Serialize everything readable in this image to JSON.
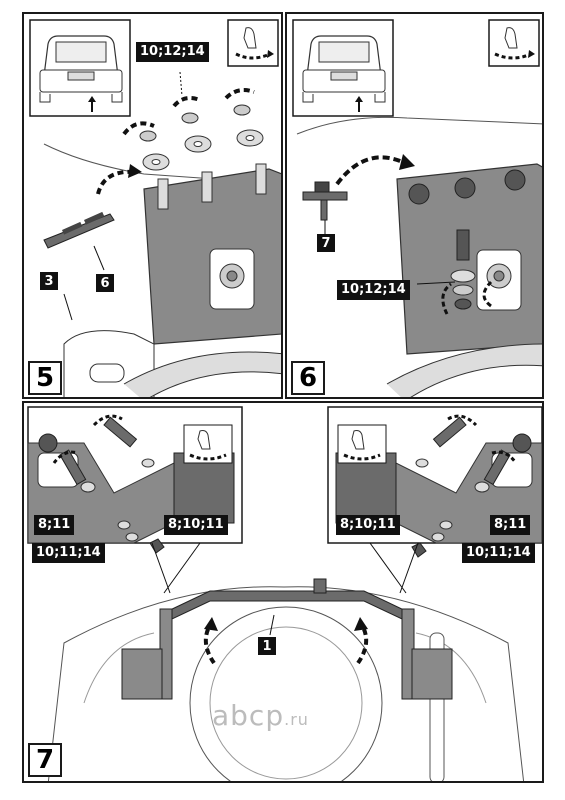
{
  "panel5": {
    "step": "5",
    "labels": {
      "hardware": "10;12;14",
      "part_3": "3",
      "part_6": "6"
    }
  },
  "panel6": {
    "step": "6",
    "labels": {
      "part_7": "7",
      "hardware": "10;12;14"
    }
  },
  "panel7": {
    "step": "7",
    "labels": {
      "left_8_11": "8;11",
      "left_8_10_11": "8;10;11",
      "left_10_11_14": "10;11;14",
      "right_8_10_11": "8;10;11",
      "right_8_11": "8;11",
      "right_10_11_14": "10;11;14",
      "part_1": "1"
    }
  },
  "watermark": {
    "main": "abcp",
    "suffix": ".ru"
  },
  "colors": {
    "ink": "#1a1a1a",
    "metal": "#8a8a8a",
    "metal_dark": "#6b6b6b",
    "arrow": "#111111"
  }
}
